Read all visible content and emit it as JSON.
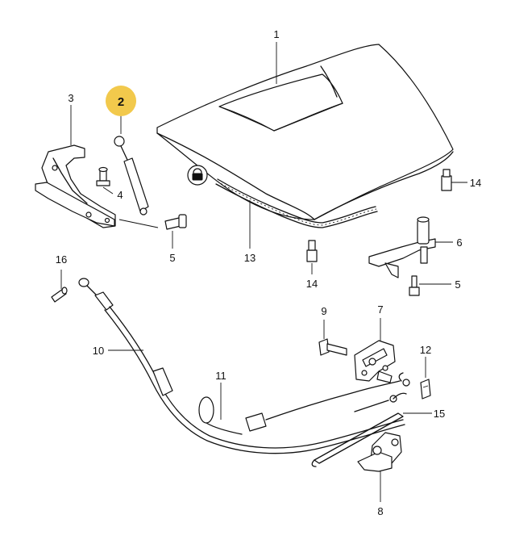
{
  "colors": {
    "highlight": "#f2c94c",
    "line": "#111111",
    "background": "#ffffff"
  },
  "callouts": {
    "c1": "1",
    "c2": "2",
    "c3": "3",
    "c4": "4",
    "c5a": "5",
    "c5b": "5",
    "c6": "6",
    "c7": "7",
    "c8": "8",
    "c9": "9",
    "c10": "10",
    "c11": "11",
    "c12": "12",
    "c13": "13",
    "c14a": "14",
    "c14b": "14",
    "c15": "15",
    "c16": "16"
  },
  "highlighted_part": "2",
  "icons": {
    "seal_symbol": "padlock-seal-icon"
  }
}
